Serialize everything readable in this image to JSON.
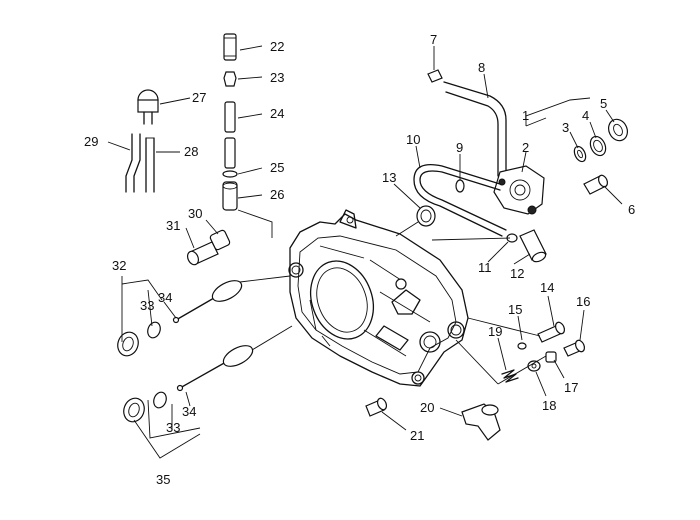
{
  "labels": {
    "l1": "1",
    "l2": "2",
    "l3": "3",
    "l4": "4",
    "l5": "5",
    "l6": "6",
    "l7": "7",
    "l8": "8",
    "l9": "9",
    "l10": "10",
    "l11": "11",
    "l12": "12",
    "l13": "13",
    "l14": "14",
    "l15": "15",
    "l16": "16",
    "l17": "17",
    "l18": "18",
    "l19": "19",
    "l20": "20",
    "l21": "21",
    "l22": "22",
    "l23": "23",
    "l24": "24",
    "l25": "25",
    "l26": "26",
    "l27": "27",
    "l28": "28",
    "l29": "29",
    "l30": "30",
    "l31": "31",
    "l32": "32",
    "l33a": "33",
    "l34a": "34",
    "l33b": "33",
    "l34b": "34",
    "l35": "35"
  }
}
